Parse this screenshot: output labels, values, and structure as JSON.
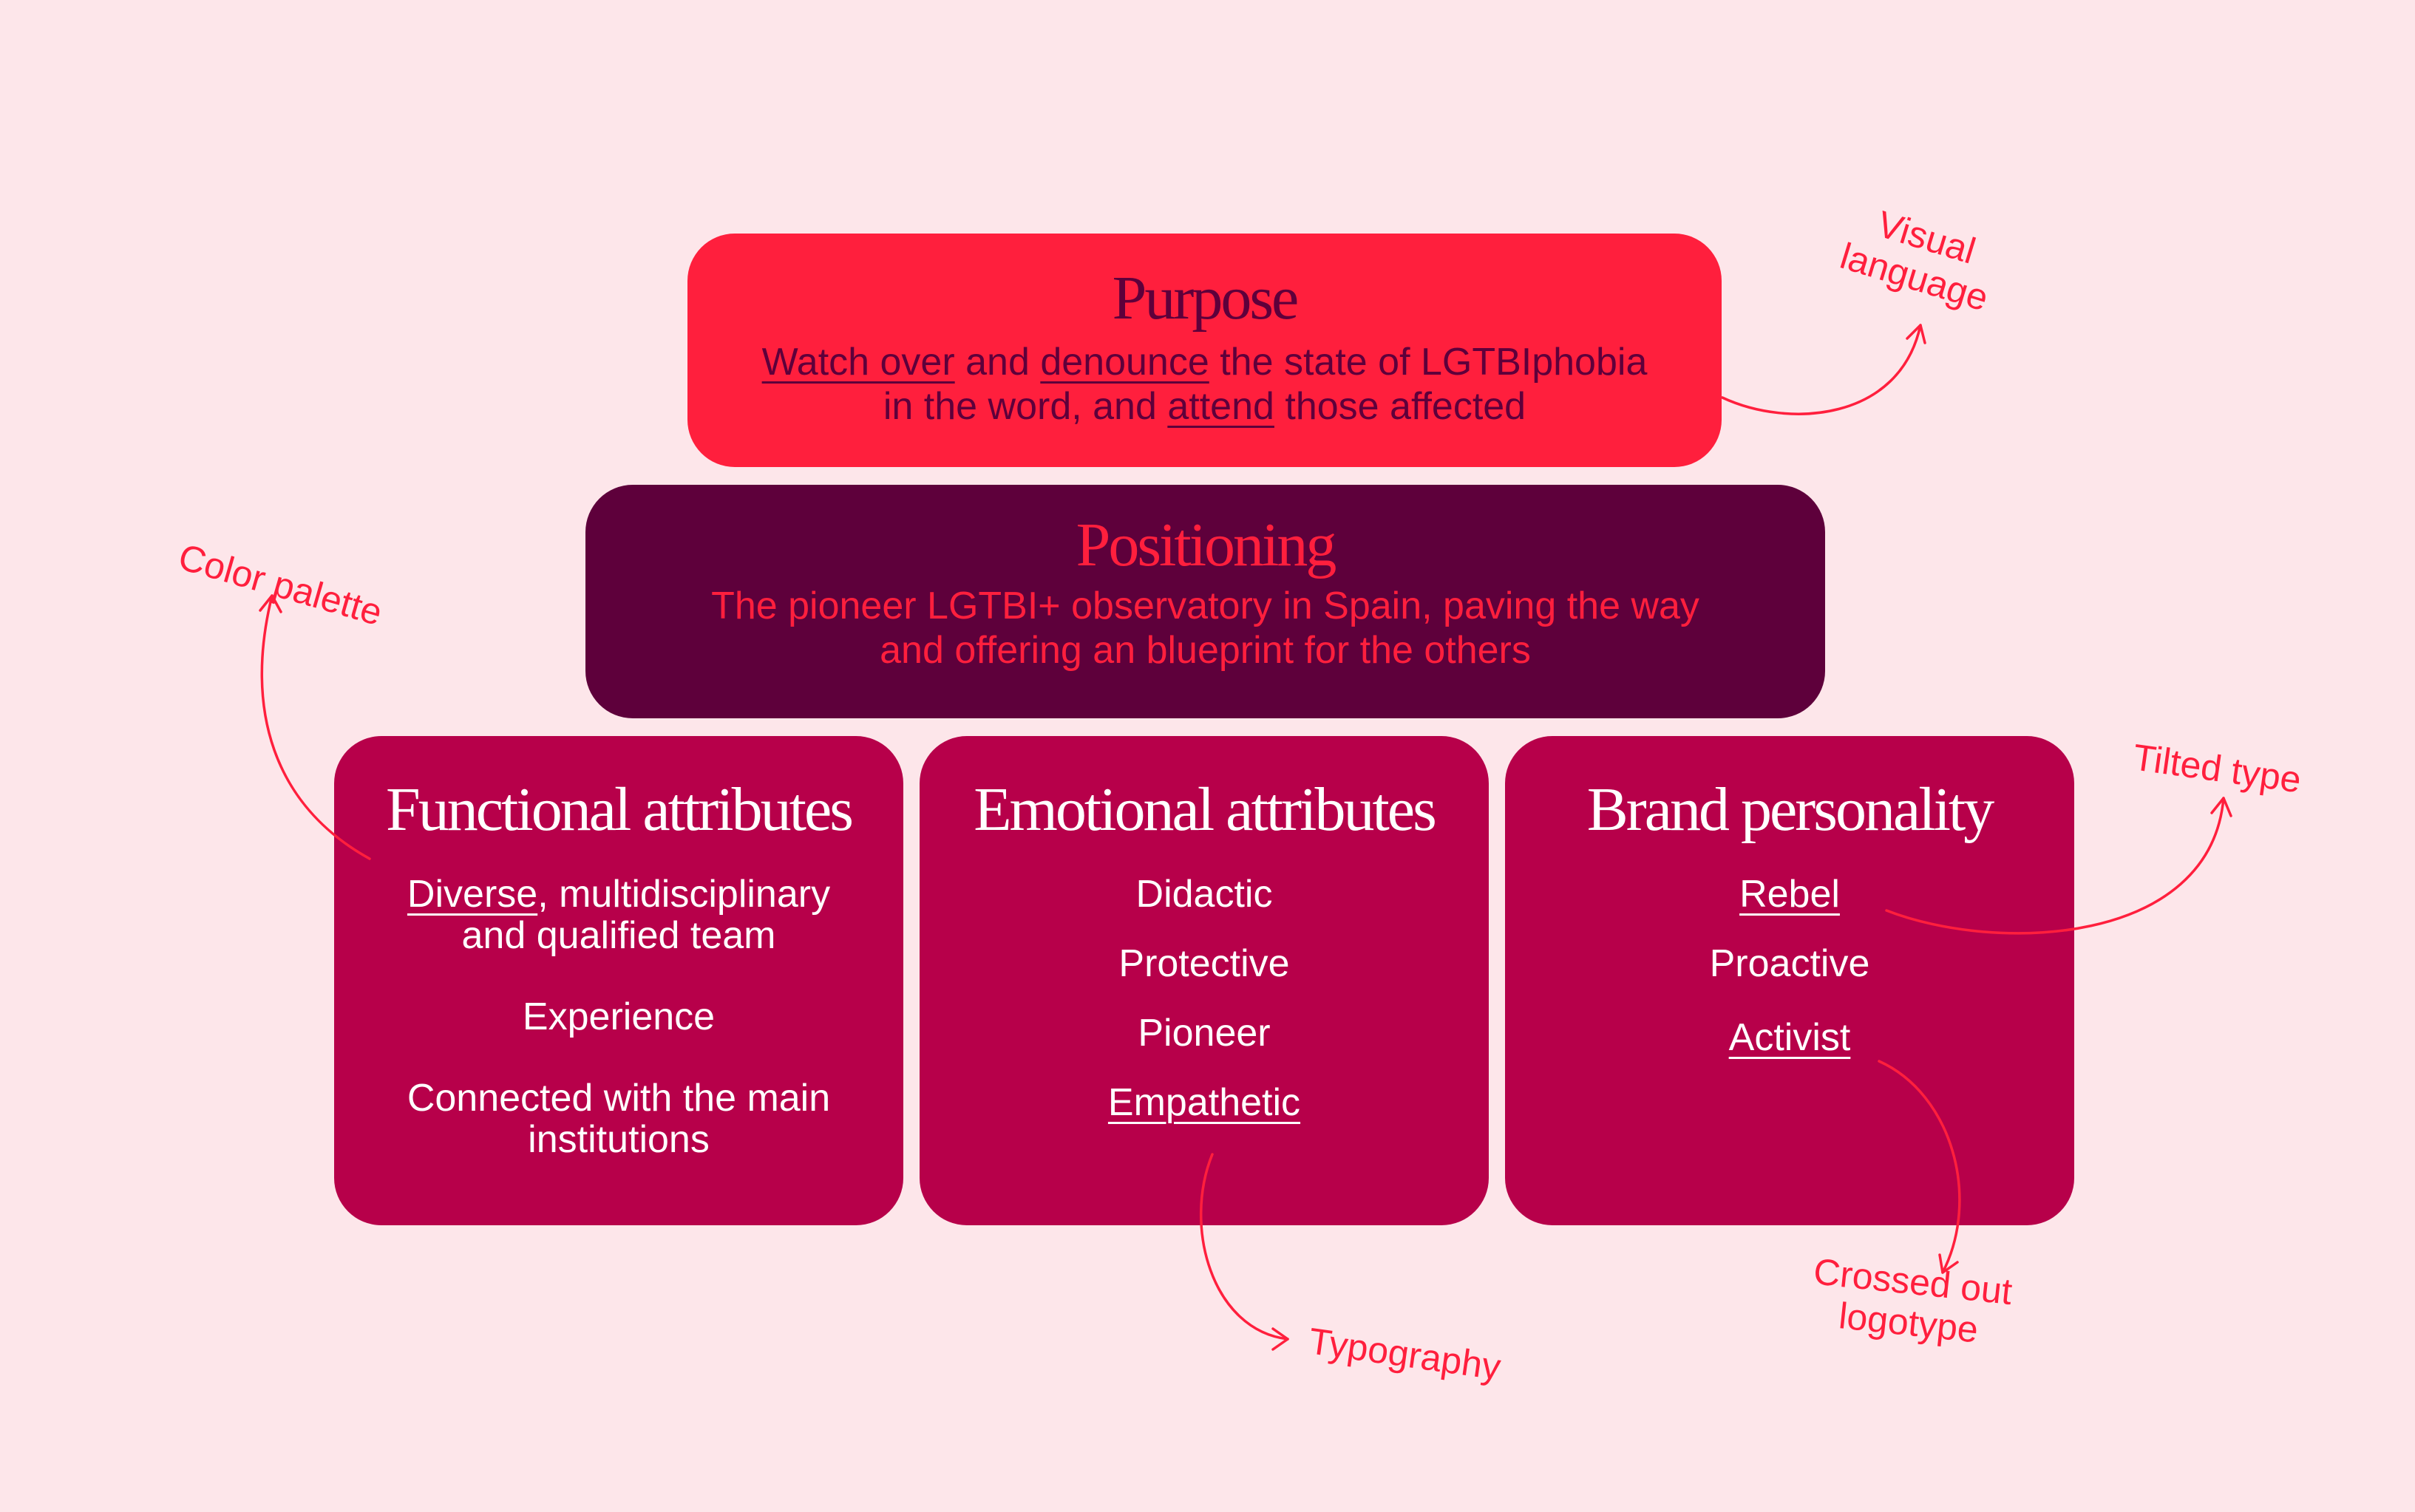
{
  "purpose": {
    "title": "Purpose",
    "line1": {
      "a": "Watch over",
      "b": " and ",
      "c": "denounce",
      "d": " the state of LGTBIphobia"
    },
    "line2": {
      "a": "in the word, and ",
      "b": "attend",
      "c": " those affected"
    }
  },
  "positioning": {
    "title": "Positioning",
    "line1": "The pioneer LGTBI+ observatory in Spain, paving the way",
    "line2": "and offering an blueprint for the others"
  },
  "functional": {
    "title": "Functional attributes",
    "item1_a": "Diverse",
    "item1_b": ", multidisciplinary",
    "item1_line2": "and qualified team",
    "item2": "Experience",
    "item3_line1": "Connected with the main",
    "item3_line2": "institutions"
  },
  "emotional": {
    "title": "Emotional attributes",
    "items": [
      "Didactic",
      "Protective",
      "Pioneer",
      "Empathetic"
    ]
  },
  "personality": {
    "title": "Brand personality",
    "items": [
      "Rebel",
      "Proactive",
      "Activist"
    ]
  },
  "annotations": {
    "visual_language": [
      "Visual",
      "language"
    ],
    "color_palette": "Color palette",
    "tilted_type": "Tilted type",
    "typography": "Typography",
    "crossed_out_logotype": [
      "Crossed out",
      "logotype"
    ]
  },
  "colors": {
    "background": "#fde6ea",
    "red": "#ff1f3d",
    "plum": "#5e003b",
    "magenta": "#b7004a",
    "white": "#ffffff"
  }
}
